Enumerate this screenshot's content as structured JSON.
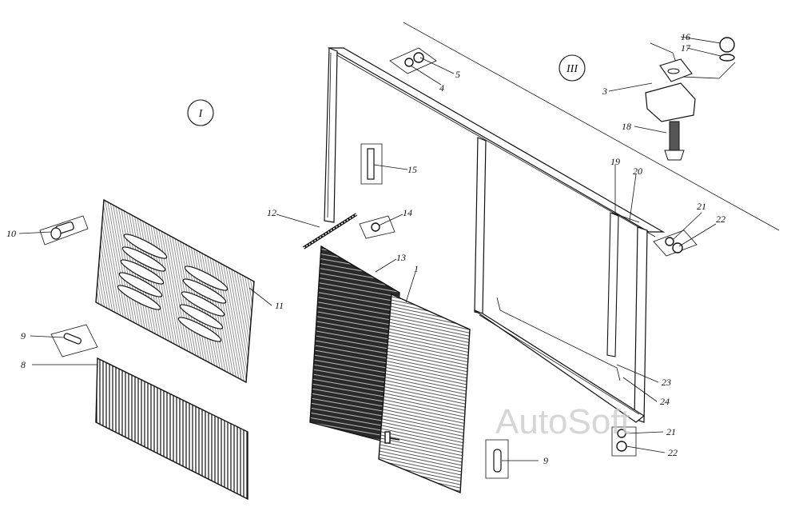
{
  "views": {
    "view_1": "I",
    "view_3": "III"
  },
  "watermark": "AutoSoft",
  "labels": {
    "l1": "1",
    "l3": "3",
    "l4": "4",
    "l5": "5",
    "l8": "8",
    "l9a": "9",
    "l9b": "9",
    "l10": "10",
    "l11": "11",
    "l12": "12",
    "l13": "13",
    "l14": "14",
    "l15": "15",
    "l16": "16",
    "l17": "17",
    "l18": "18",
    "l19": "19",
    "l20": "20",
    "l21a": "21",
    "l22a": "22",
    "l21b": "21",
    "l22b": "22",
    "l23": "23",
    "l24": "24"
  }
}
